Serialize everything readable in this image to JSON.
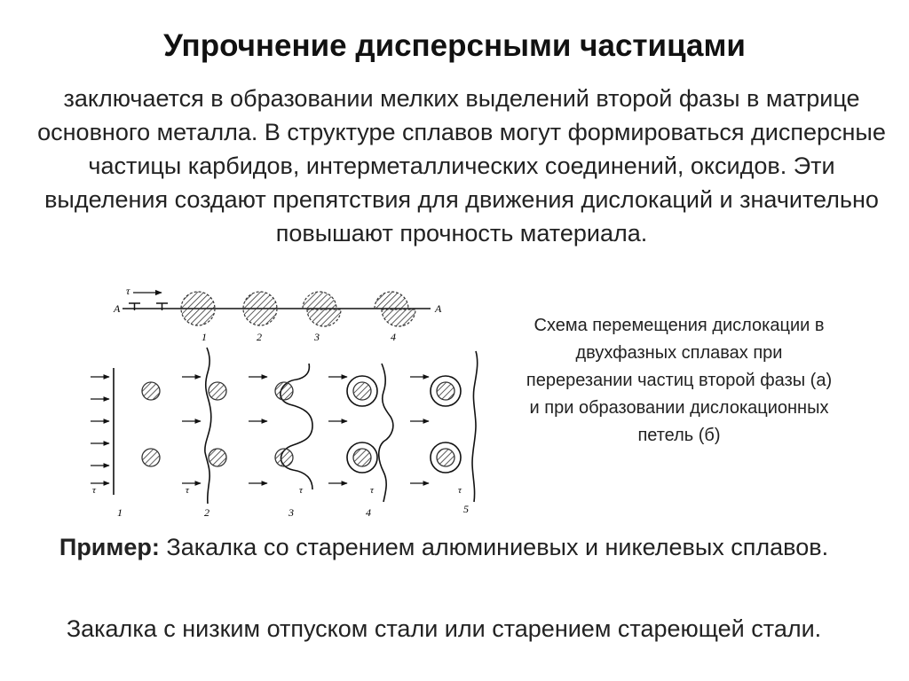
{
  "slide": {
    "title": "Упрочнение дисперсными частицами",
    "intro": "заключается в образовании мелких выделений второй фазы в матрице основного металла. В структуре сплавов могут формироваться дисперсные частицы карбидов, интерметаллических соединений, оксидов. Эти выделения создают препятствия для движения дислокаций и значительно повышают прочность материала.",
    "caption": "Схема перемещения дислокации в двухфазных сплавах при перерезании частиц второй фазы (а) и при образовании дислокационных петель (б)",
    "example_label": "Пример:",
    "example_text": " Закалка со старением алюминиевых и никелевых сплавов.",
    "example2_text": "Закалка с низким отпуском стали или старением стареющей стали."
  },
  "figure": {
    "top_left_marker": "A",
    "top_right_marker": "A",
    "stress_label": "τ",
    "top_stage_labels": [
      "1",
      "2",
      "3",
      "4"
    ],
    "bottom_stage_labels": [
      "1",
      "2",
      "3",
      "4",
      "5"
    ],
    "bottom_stress_labels": [
      "τ",
      "τ",
      "τ",
      "τ",
      "τ"
    ]
  }
}
